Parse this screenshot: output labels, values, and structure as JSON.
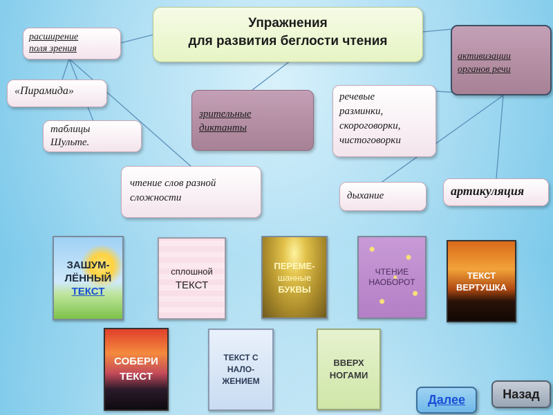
{
  "title": {
    "line1": "Упражнения",
    "line2": "для развития беглости чтения"
  },
  "nodes": {
    "rasshirenie": {
      "line1": "расширение",
      "line2": "поля зрения"
    },
    "piramida": "«Пирамида»",
    "shulte": {
      "line1": "таблицы",
      "line2": "Шульте."
    },
    "chtenie_slov": {
      "line1": "чтение слов разной",
      "line2": "сложности"
    },
    "zritelnye": {
      "line1": "зрительные",
      "line2": "диктанты"
    },
    "rechevye": {
      "line1": "речевые",
      "line2": "разминки,",
      "line3": "скороговорки,",
      "line4": "чистоговорки"
    },
    "aktivizatsii": {
      "line1": "активизации",
      "line2": "органов речи"
    },
    "dykhanie": "дыхание",
    "artikulyatsiya": "артикуляция"
  },
  "cards": {
    "zashumlenny": {
      "line1": "ЗАШУМ-",
      "line2": "ЛЁННЫЙ",
      "line3": "ТЕКСТ"
    },
    "sploshnoy": {
      "line1": "сплошной",
      "line2": "ТЕКСТ"
    },
    "peremeshannye": {
      "line1": "ПЕРЕМЕ-",
      "line2": "шанные",
      "line3": "БУКВЫ"
    },
    "naoborot": {
      "line1": "ЧТЕНИЕ",
      "line2": "НАОБОРОТ"
    },
    "vertushka": {
      "line1": "ТЕКСТ",
      "line2": "ВЕРТУШКА"
    },
    "soberi": {
      "line1": "СОБЕРИ",
      "line2": "ТЕКСТ"
    },
    "nalozhenie": {
      "line1": "ТЕКСТ С",
      "line2": "НАЛО-",
      "line3": "ЖЕНИЕМ"
    },
    "vverkh": {
      "line1": "ВВЕРХ",
      "line2": "НОГАМИ"
    }
  },
  "buttons": {
    "next": "Далее",
    "back": "Назад"
  },
  "colors": {
    "link_blue": "#1a4fd6",
    "mauve": "#a78195"
  }
}
